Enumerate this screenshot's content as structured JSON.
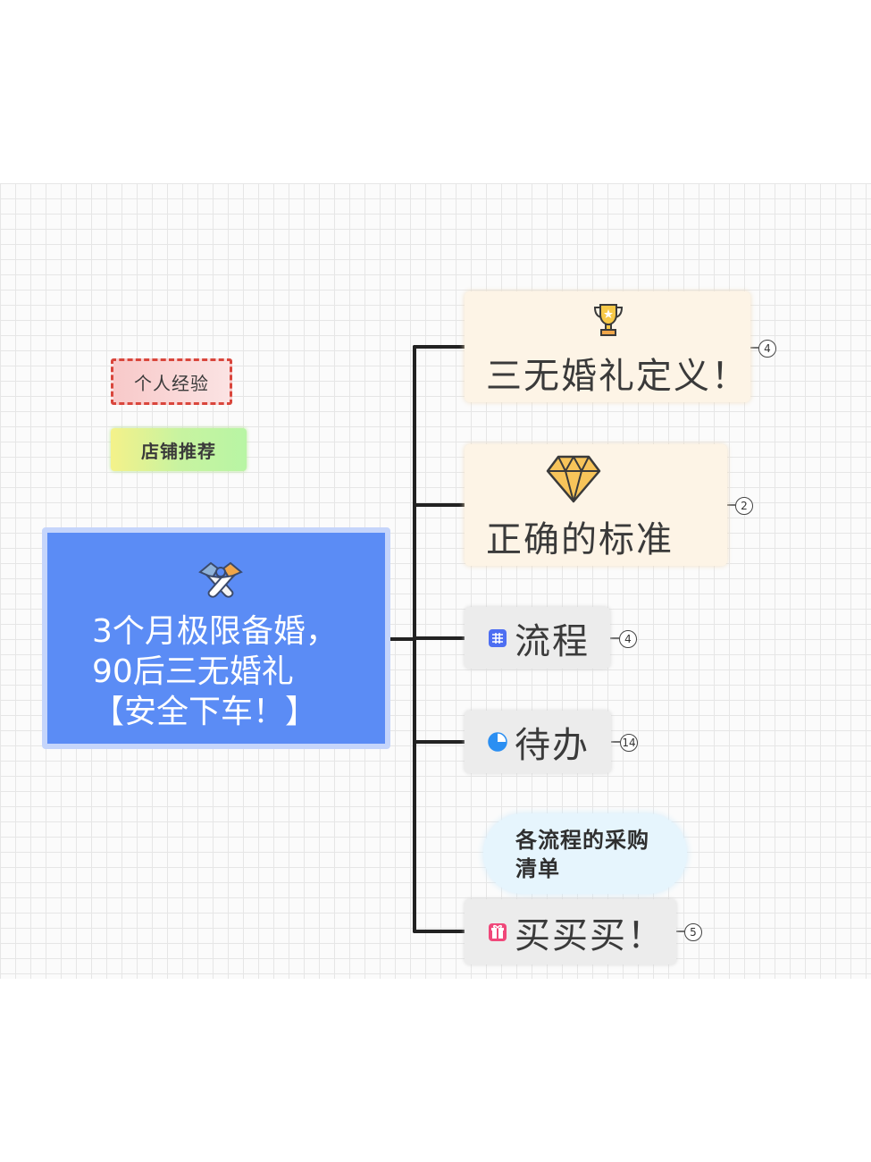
{
  "tags": {
    "personal": "个人经验",
    "shop": "店铺推荐"
  },
  "root": {
    "icon": "handshake-icon",
    "lines": [
      "3个月极限备婚，",
      "90后三无婚礼",
      "【安全下车！】"
    ]
  },
  "branches": [
    {
      "label": "三无婚礼定义！",
      "icon": "trophy-icon",
      "count": "4"
    },
    {
      "label": "正确的标准",
      "icon": "diamond-icon",
      "count": "2"
    },
    {
      "label": "流程",
      "icon": "table-icon",
      "count": "4"
    },
    {
      "label": "待办",
      "icon": "progress-pie-icon",
      "count": "14"
    },
    {
      "label": "买买买！",
      "icon": "gift-icon",
      "count": "5"
    }
  ],
  "callout": {
    "lines": [
      "各流程的采购",
      "清单"
    ]
  },
  "colors": {
    "root_fill": "#5b8cf5",
    "root_border": "#c5d5fb",
    "cream_node": "#fdf4e6",
    "grey_node": "#ececec",
    "callout_fill": "#e6f5fd",
    "tag_personal_border": "#d9463c",
    "connector": "#222222"
  }
}
